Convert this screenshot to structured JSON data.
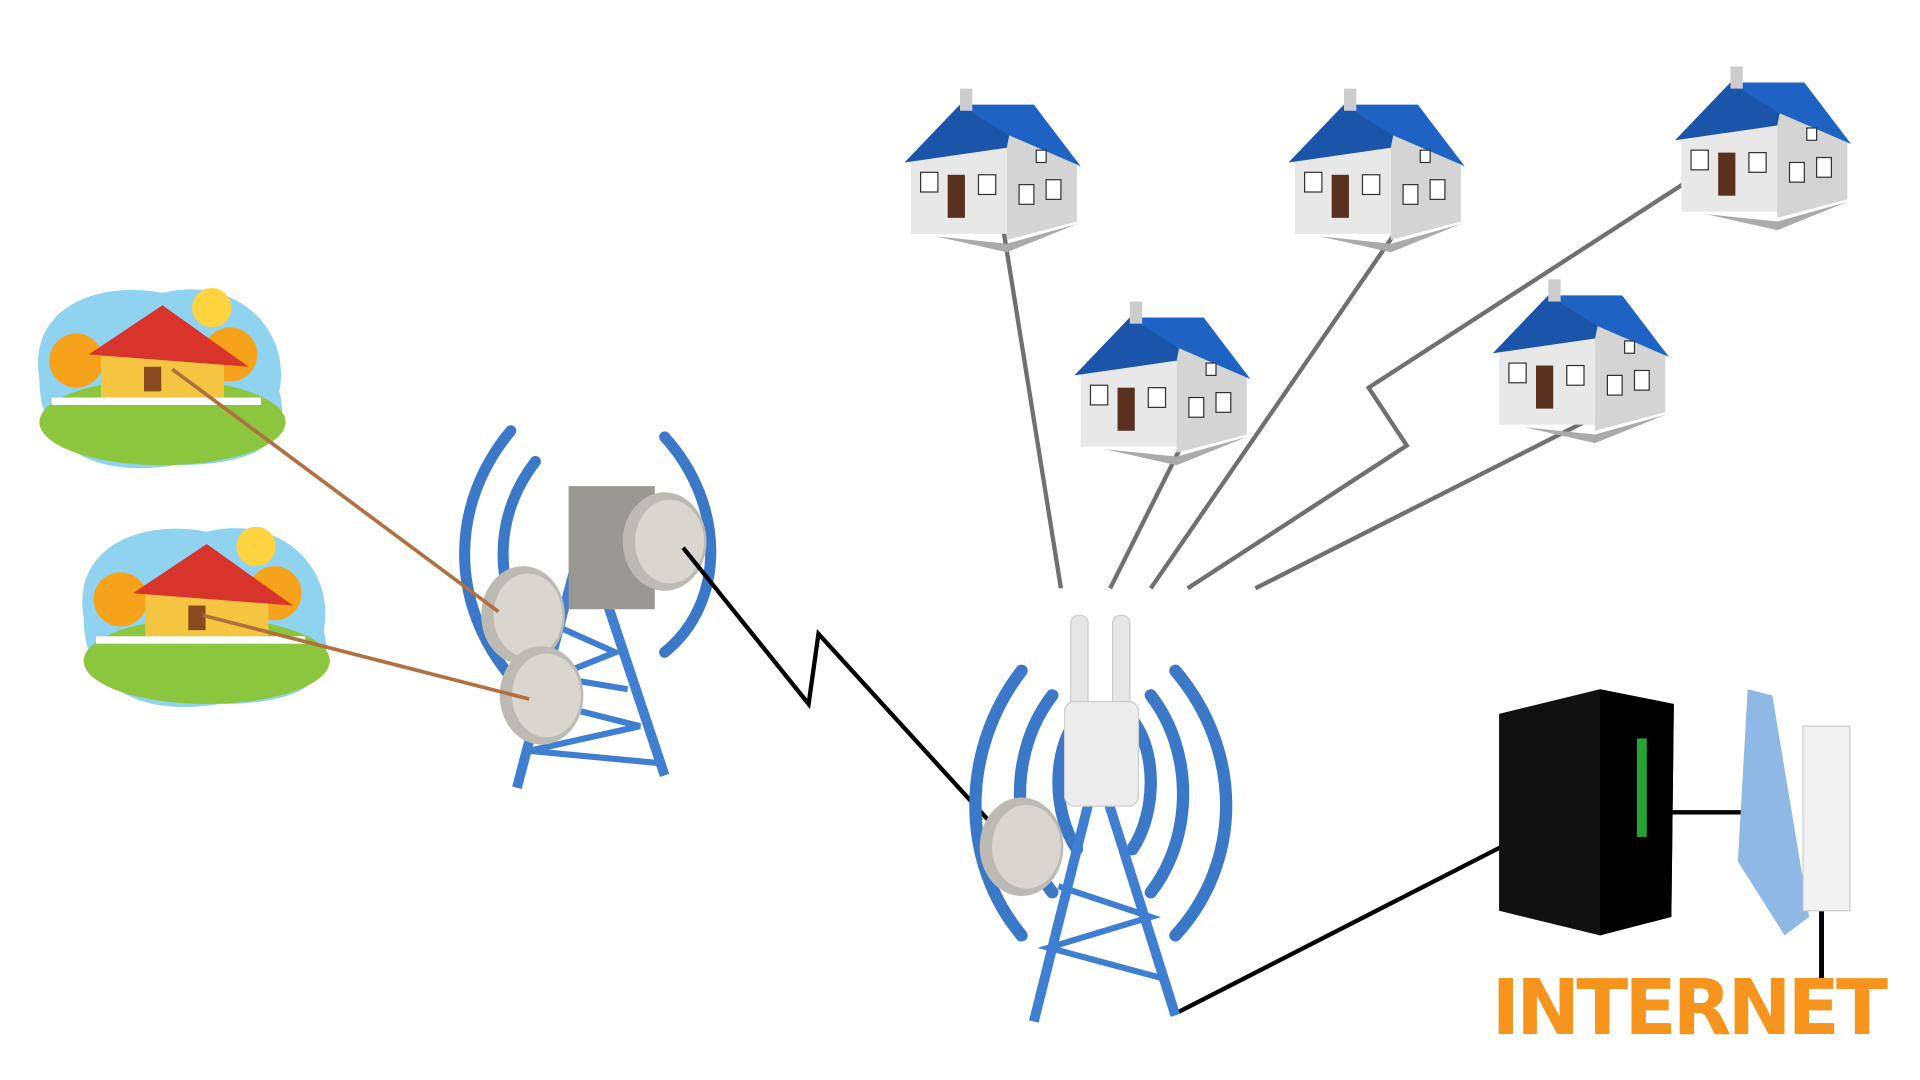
{
  "diagram": {
    "internet_label": "INTERNET",
    "colors": {
      "internet_text": "#F7941D",
      "roof": "#1E63C4",
      "wave": "#3B78C8",
      "tower": "#3F7FD1",
      "link_gray": "#707070",
      "link_brown": "#B07040",
      "link_black": "#000000",
      "router": "#8FB9E4"
    },
    "nodes": [
      "house-1",
      "house-2",
      "house-3",
      "house-4",
      "house-5",
      "cartoon-house-1",
      "cartoon-house-2",
      "relay-tower",
      "access-point-tower",
      "server",
      "router"
    ]
  }
}
